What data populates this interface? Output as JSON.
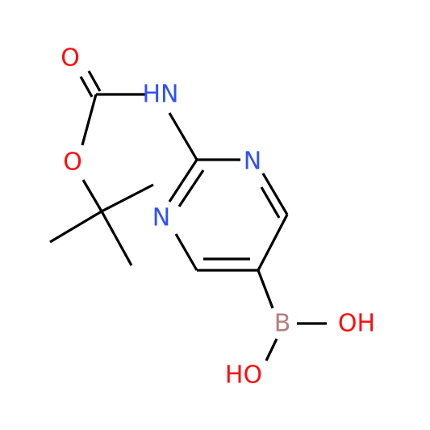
{
  "atoms": [
    {
      "id": "O1",
      "label": "O",
      "color": "#ff0d0d"
    },
    {
      "id": "N1",
      "label": "HN",
      "color": "#3050f8"
    },
    {
      "id": "O2",
      "label": "O",
      "color": "#ff0d0d"
    },
    {
      "id": "N2",
      "label": "N",
      "color": "#3050f8"
    },
    {
      "id": "N3",
      "label": "N",
      "color": "#3050f8"
    },
    {
      "id": "B",
      "label": "B",
      "color": "#b5817e"
    },
    {
      "id": "OH1",
      "label": "OH",
      "color": "#ff0d0d"
    },
    {
      "id": "OH2",
      "label": "HO",
      "color": "#ff0d0d"
    }
  ],
  "bond_color": "#000000"
}
